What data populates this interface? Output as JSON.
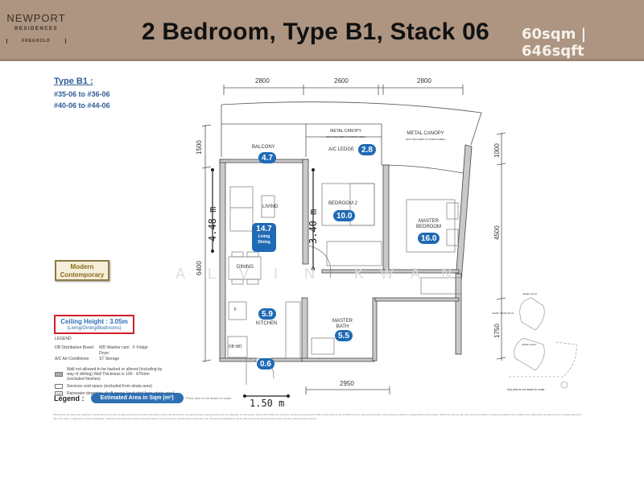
{
  "header": {
    "brand": "NEWPORT",
    "brand_sub": "RESIDENCES",
    "tenure": "FREEHOLD",
    "title": "2 Bedroom, Type B1, Stack 06",
    "size": "60sqm | 646sqft",
    "bg_color": "#ad9581"
  },
  "type_info": {
    "label": "Type B1 :",
    "units": [
      "#35-06 to #36-06",
      "#40-06 to #44-06"
    ]
  },
  "style_badge": {
    "line1": "Modern",
    "line2": "Contemporary"
  },
  "ceiling": {
    "height": "Ceiling Height : 3.05m",
    "rooms": "(Living/Dining/Bedrooms)"
  },
  "legend": {
    "heading": "LEGEND",
    "abbreviations": [
      "DB  Distribution Board",
      "WD  Washer cum Dryer",
      "F  Fridge",
      "A/C  Air-Conditioner",
      "ST  Storage",
      ""
    ],
    "symbols": [
      "Wall not allowed to be hacked or altered (including by way of drilling) Wall Thickness is 100 - 470mm (excluded finishes)",
      "Services void space (excluded from strata area)",
      "Rainwater downpipe shaft space (excluded from strata area)"
    ],
    "area_label": "Legend :",
    "area_pill": "Estimated Area in Sqm (m²)",
    "scale_note": "*Floor plan is not drawn to scale"
  },
  "plan": {
    "top_dims": [
      "2800",
      "2600",
      "2800"
    ],
    "left_dims": [
      "1500",
      "6400"
    ],
    "right_dims": [
      "1000",
      "4500",
      "1750"
    ],
    "bottom_dim": "2950",
    "metal_canopy": "METAL CANOPY",
    "not_included": "(NOT INCLUDED IN STRATA AREA)",
    "rooms": {
      "balcony": {
        "label": "BALCONY",
        "area": "4.7"
      },
      "ac_ledge": {
        "label": "A/C LEDGE",
        "area": "2.8"
      },
      "living": {
        "label": "LIVING"
      },
      "living_dining": {
        "area": "14.7",
        "line1": "Living",
        "line2": "Dining"
      },
      "dining": {
        "label": "DINING"
      },
      "bedroom2": {
        "label": "BEDROOM 2",
        "area": "10.0"
      },
      "master": {
        "label1": "MASTER",
        "label2": "BEDROOM",
        "area": "16.0"
      },
      "kitchen": {
        "label": "KITCHEN",
        "area": "5.9"
      },
      "master_bath": {
        "label1": "MASTER",
        "label2": "BATH",
        "area": "5.5"
      },
      "entry": {
        "area": "0.6"
      },
      "db_wd": "DB WD",
      "fridge": "F"
    },
    "measure_448": "4.48 m",
    "measure_340": "3.40 m",
    "measure_150": "1.50 m",
    "watermark": [
      "A",
      "L",
      "V",
      "I",
      "N",
      "K",
      "W",
      "A",
      "N"
    ]
  },
  "keyplan": {
    "level_top": "LEVEL 29-44",
    "level_mid": "LEVEL 30(39) 40-44",
    "level_bottom": "LEVEL 29-32",
    "note": "Key plan is not drawn to scale"
  },
  "disclaimer": "Disclaimers: All plans are subjected to amendments as may be approved by the relevant authorities. Floor area dimensions are approximate measurements and are subjected to final survey. Above information are solely for reference purpose and shall not form part of the conditions for the sale and purchase of the property, subject to change without prior notice. Strictly for internal use only, not for circulation. Anything contained herein shall not be relied upon as statements or representations of fact. The vision, suggestions, product packages, examples and other information presented herein are for reference and illustration purposes only. The general illustrations are by way of example and the actual units may vary. All copyright reserved."
}
